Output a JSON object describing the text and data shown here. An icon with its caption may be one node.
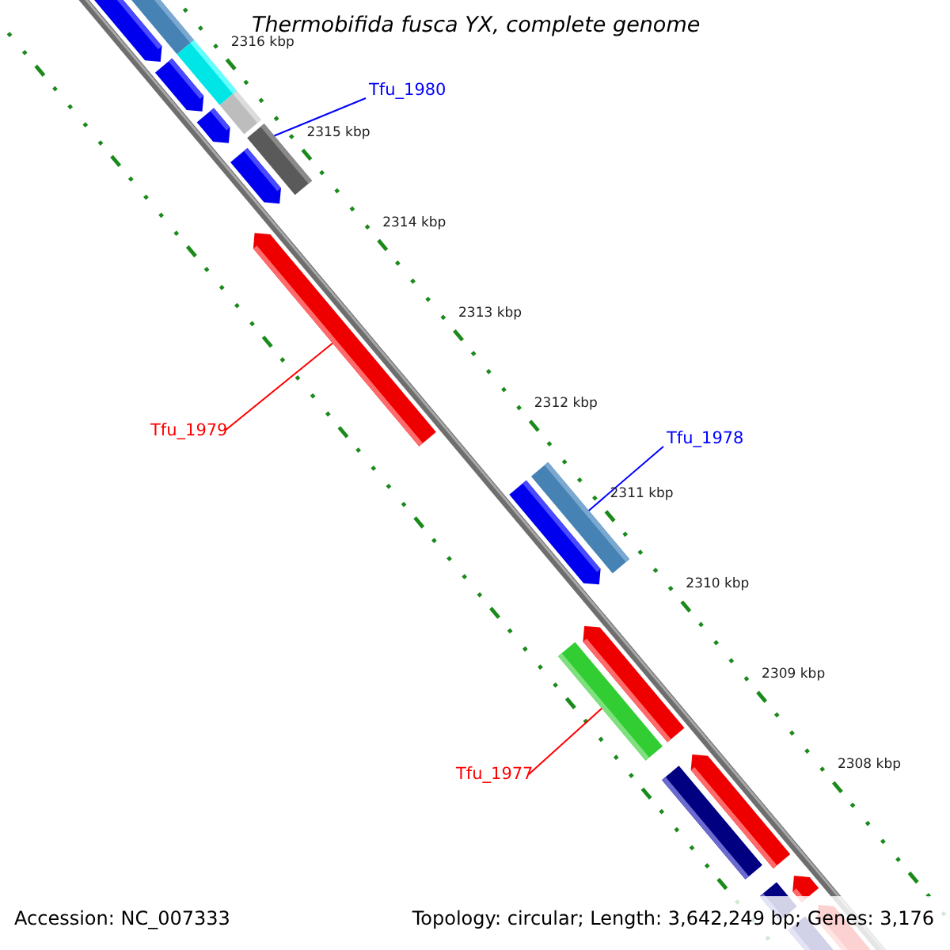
{
  "diagram": {
    "title": "Thermobifida fusca YX, complete genome",
    "nodes": [
      {
        "text": [
          "Tfu_1980"
        ]
      },
      {
        "text": [],
        "shape": "bar"
      },
      {
        "text": [
          "Tfu_1979"
        ]
      },
      {
        "text": [],
        "shape": "bar"
      },
      {
        "text": [
          "Tfu_1978"
        ]
      },
      {
        "text": [],
        "shape": "bar"
      },
      {
        "text": [
          "Tfu_1977"
        ]
      },
      {
        "text": [],
        "shape": "bar"
      }
    ],
    "edges": [
      {
        "from": 0,
        "to": 1,
        "arrow": "none",
        "color": "#0000ff"
      },
      {
        "from": 2,
        "to": 3,
        "arrow": "none",
        "color": "#ff0000"
      },
      {
        "from": 4,
        "to": 5,
        "arrow": "none",
        "color": "#0000ff"
      },
      {
        "from": 6,
        "to": 7,
        "arrow": "none",
        "color": "#ff0000"
      }
    ],
    "labels": [
      "2316 kbp",
      "2315 kbp",
      "2314 kbp",
      "2313 kbp",
      "2312 kbp",
      "2311 kbp",
      "2310 kbp",
      "2309 kbp",
      "2308 kbp",
      "Accession: NC_007333",
      "Topology: circular; Length: 3,642,249 bp; Genes: 3,176"
    ]
  }
}
